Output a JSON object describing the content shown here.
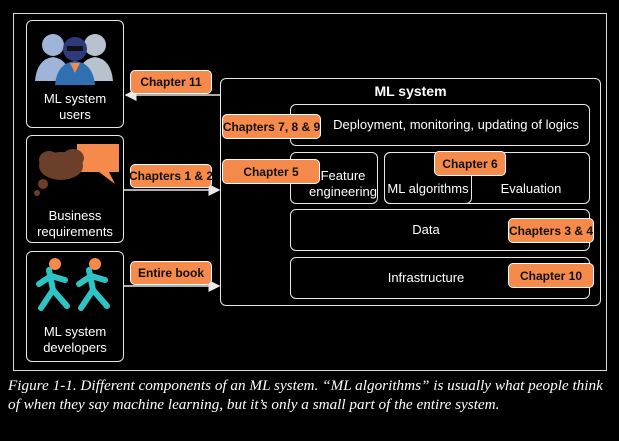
{
  "actors": {
    "users": "ML system\nusers",
    "business": "Business\nrequirements",
    "developers": "ML system\ndevelopers"
  },
  "ml_system": {
    "title": "ML system",
    "deployment": "Deployment, monitoring, updating of logics",
    "feature_engineering": "Feature\nengineering",
    "ml_algorithms": "ML algorithms",
    "evaluation": "Evaluation",
    "data": "Data",
    "infrastructure": "Infrastructure"
  },
  "tags": {
    "users_link": "Chapter 11",
    "business_link": "Chapters 1 & 2",
    "developers_link": "Entire book",
    "deployment": "Chapters 7, 8 & 9",
    "feature": "Chapter 5",
    "algorithms": "Chapter 6",
    "data": "Chapters 3 & 4",
    "infrastructure": "Chapter 10"
  },
  "caption": "Figure 1-1. Different components of an ML system. “ML algorithms” is usually what people think of when they say machine learning, but it’s only a small part of the entire system.",
  "colors": {
    "accent": "#f58a4b",
    "background": "#000000",
    "stroke": "#e8e8e8"
  }
}
